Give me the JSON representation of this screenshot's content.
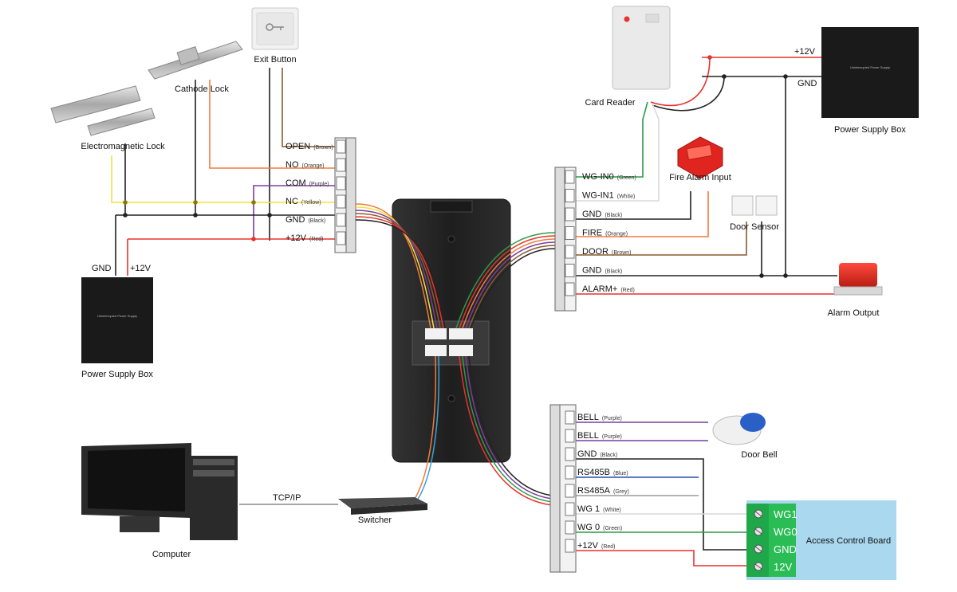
{
  "devices": {
    "exit_button": "Exit Button",
    "cathode_lock": "Cathode Lock",
    "electromagnetic_lock": "Electromagnetic Lock",
    "power_supply_box": "Power Supply Box",
    "card_reader": "Card Reader",
    "fire_alarm_input": "Fire Alarm Input",
    "door_sensor": "Door Sensor",
    "alarm_output": "Alarm Output",
    "door_bell": "Door Bell",
    "access_control_board": "Access Control Board",
    "computer": "Computer",
    "switcher": "Switcher",
    "tcpip": "TCP/IP"
  },
  "psu_left": {
    "gnd": "GND",
    "plus12v": "+12V"
  },
  "psu_right": {
    "plus12v": "+12V",
    "gnd": "GND"
  },
  "psu_box_text": {
    "title": "Uninterrupted Power Supply"
  },
  "left_terminal": [
    {
      "name": "OPEN",
      "color_label": "(Brown)"
    },
    {
      "name": "NO",
      "color_label": "(Orange)"
    },
    {
      "name": "COM",
      "color_label": "(Purple)"
    },
    {
      "name": "NC",
      "color_label": "(Yellow)"
    },
    {
      "name": "GND",
      "color_label": "(Black)"
    },
    {
      "name": "+12V",
      "color_label": "(Red)"
    }
  ],
  "right_top_terminal": [
    {
      "name": "WG-IN0",
      "color_label": "(Green)"
    },
    {
      "name": "WG-IN1",
      "color_label": "(White)"
    },
    {
      "name": "GND",
      "color_label": "(Black)"
    },
    {
      "name": "FIRE",
      "color_label": "(Orange)"
    },
    {
      "name": "DOOR",
      "color_label": "(Brown)"
    },
    {
      "name": "GND",
      "color_label": "(Black)"
    },
    {
      "name": "ALARM+",
      "color_label": "(Red)"
    }
  ],
  "right_bottom_terminal": [
    {
      "name": "BELL",
      "color_label": "(Purple)"
    },
    {
      "name": "BELL",
      "color_label": "(Purple)"
    },
    {
      "name": "GND",
      "color_label": "(Black)"
    },
    {
      "name": "RS485B",
      "color_label": "(Blue)"
    },
    {
      "name": "RS485A",
      "color_label": "(Grey)"
    },
    {
      "name": "WG 1",
      "color_label": "(White)"
    },
    {
      "name": "WG 0",
      "color_label": "(Green)"
    },
    {
      "name": "+12V",
      "color_label": "(Red)"
    }
  ],
  "access_board_pins": [
    "WG1",
    "WG0",
    "GND",
    "12V"
  ],
  "colors": {
    "red": "#e8322c",
    "orange": "#f07c3c",
    "brown": "#8c5a2e",
    "yellow": "#f4e23c",
    "purple": "#7a3ea0",
    "black": "#222222",
    "green": "#2e9b47",
    "white": "#d8d8d8",
    "blue": "#2a4fa8",
    "grey": "#9a9a9a",
    "board": "#aad8ee",
    "device": "#2a2a2a"
  }
}
